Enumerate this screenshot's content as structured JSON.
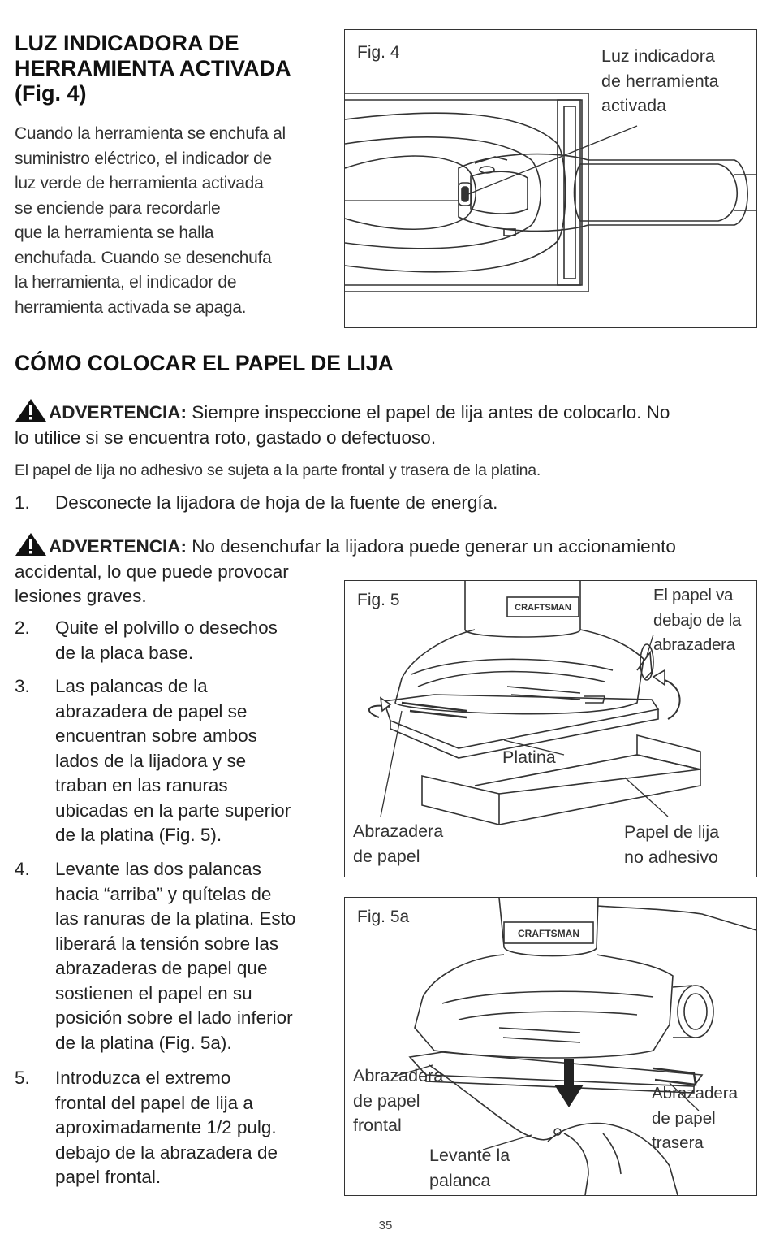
{
  "section1": {
    "title_lines": [
      "LUZ INDICADORA DE",
      "HERRAMIENTA ACTIVADA",
      "(Fig. 4)"
    ],
    "body_lines": [
      "Cuando la herramienta se enchufa al",
      "suministro eléctrico, el indicador de",
      "luz verde de herramienta activada",
      "se enciende para recordarle",
      "que la herramienta se halla",
      "enchufada. Cuando se desenchufa",
      "la herramienta, el indicador de",
      "herramienta activada se apaga."
    ]
  },
  "fig4": {
    "label": "Fig. 4",
    "callout_lines": [
      "Luz indicadora",
      "de herramienta",
      "activada"
    ]
  },
  "section2": {
    "title": "CÓMO COLOCAR EL PAPEL DE LIJA",
    "warning1": {
      "label": "ADVERTENCIA:",
      "line1": " Siempre inspeccione el papel de lija antes de colocarlo. No",
      "line2": "lo utilice si se encuentra roto, gastado o defectuoso."
    },
    "note": "El papel de lija no adhesivo se sujeta a la parte frontal y trasera de la platina.",
    "step1": {
      "num": "1.",
      "text": "Desconecte la lijadora de hoja de la fuente de energía."
    },
    "warning2": {
      "label": "ADVERTENCIA:",
      "line1": " No desenchufar la lijadora puede generar un accionamiento",
      "line2": "accidental, lo que puede provocar",
      "line3": "lesiones graves."
    },
    "steps": [
      {
        "num": "2.",
        "lines": [
          "Quite el polvillo o desechos",
          "de la placa base."
        ]
      },
      {
        "num": "3.",
        "lines": [
          "Las palancas de la",
          "abrazadera de papel se",
          "encuentran sobre ambos",
          "lados de la lijadora y se",
          "traban en las ranuras",
          "ubicadas en la parte superior",
          "de la platina (Fig. 5)."
        ]
      },
      {
        "num": "4.",
        "lines": [
          "Levante las dos palancas",
          "hacia “arriba” y quítelas de",
          "las ranuras de la platina. Esto",
          "liberará la tensión sobre las",
          "abrazaderas de papel que",
          "sostienen el papel en su",
          "posición sobre el lado inferior",
          "de la platina (Fig. 5a)."
        ]
      },
      {
        "num": "5.",
        "lines": [
          "Introduzca el extremo",
          "frontal del papel de lija a",
          "aproximadamente 1/2 pulg.",
          "debajo de la abrazadera de",
          "papel frontal."
        ]
      }
    ]
  },
  "fig5": {
    "label": "Fig. 5",
    "brand": "CRAFTSMAN",
    "callout_paper": [
      "El papel va",
      "debajo de la",
      "abrazadera"
    ],
    "callout_platen": "Platina",
    "callout_clamp": [
      "Abrazadera",
      "de papel"
    ],
    "callout_sandpaper": [
      "Papel de lija",
      "no adhesivo"
    ]
  },
  "fig5a": {
    "label": "Fig. 5a",
    "brand": "CRAFTSMAN",
    "callout_front": [
      "Abrazadera",
      "de papel",
      "frontal"
    ],
    "callout_lever": [
      "Levante la",
      "palanca"
    ],
    "callout_rear": [
      "Abrazadera",
      "de papel",
      "trasera"
    ]
  },
  "footer": {
    "page_number": "35"
  }
}
